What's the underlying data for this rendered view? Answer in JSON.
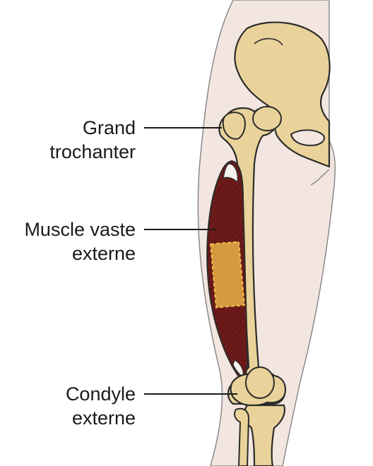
{
  "labels": {
    "greater_trochanter": {
      "line1": "Grand",
      "line2": "trochanter"
    },
    "vastus_lateralis": {
      "line1": "Muscle vaste",
      "line2": "externe"
    },
    "lateral_condyle": {
      "line1": "Condyle",
      "line2": "externe"
    }
  },
  "colors": {
    "skin": "#f3e6e1",
    "skin_outline": "#8a8a8a",
    "bone": "#e9d39a",
    "bone_outline": "#2b2b2b",
    "muscle": "#6e1a1a",
    "tendon": "#f4f1ee",
    "highlight": "#e8b24a",
    "leader_line": "#1a1a1a"
  }
}
